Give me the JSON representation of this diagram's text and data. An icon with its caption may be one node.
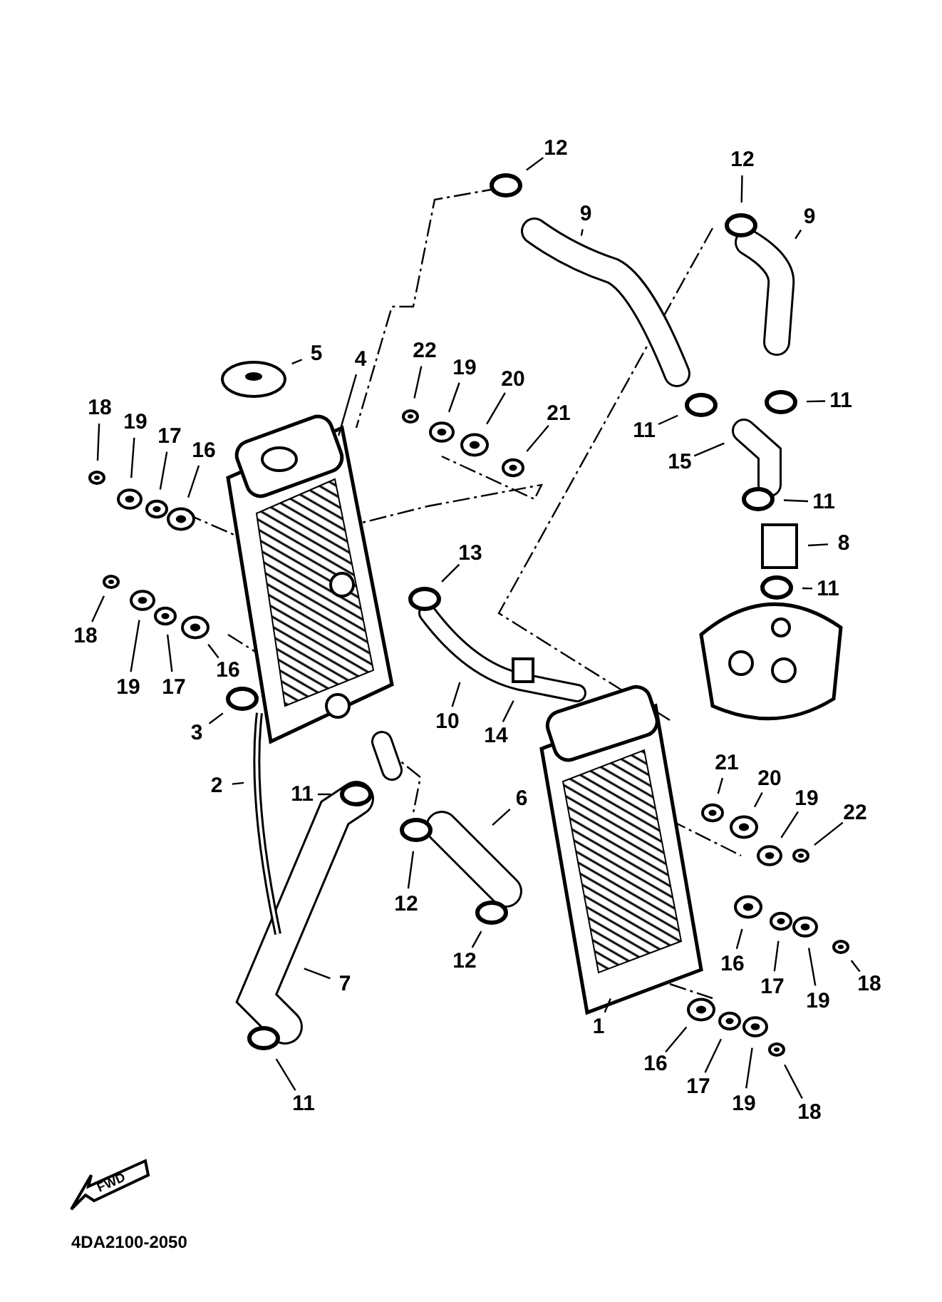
{
  "diagram": {
    "nodes": [
      {
        "text": [
          "12"
        ]
      },
      {
        "text": [
          "9"
        ]
      },
      {
        "text": [
          "12"
        ]
      },
      {
        "text": [
          "9"
        ]
      },
      {
        "text": [
          "5"
        ]
      },
      {
        "text": [
          "4"
        ]
      },
      {
        "text": [
          "22"
        ]
      },
      {
        "text": [
          "19"
        ]
      },
      {
        "text": [
          "20"
        ]
      },
      {
        "text": [
          "21"
        ]
      },
      {
        "text": [
          "11"
        ]
      },
      {
        "text": [
          "11"
        ]
      },
      {
        "text": [
          "15"
        ]
      },
      {
        "text": [
          "11"
        ]
      },
      {
        "text": [
          "8"
        ]
      },
      {
        "text": [
          "11"
        ]
      },
      {
        "text": [
          "18"
        ]
      },
      {
        "text": [
          "19"
        ]
      },
      {
        "text": [
          "17"
        ]
      },
      {
        "text": [
          "16"
        ]
      },
      {
        "text": [
          "18"
        ]
      },
      {
        "text": [
          "19"
        ]
      },
      {
        "text": [
          "17"
        ]
      },
      {
        "text": [
          "16"
        ]
      },
      {
        "text": [
          "13"
        ]
      },
      {
        "text": [
          "3"
        ]
      },
      {
        "text": [
          "10"
        ]
      },
      {
        "text": [
          "14"
        ]
      },
      {
        "text": [
          "2"
        ]
      },
      {
        "text": [
          "11"
        ]
      },
      {
        "text": [
          "6"
        ]
      },
      {
        "text": [
          "21"
        ]
      },
      {
        "text": [
          "20"
        ]
      },
      {
        "text": [
          "19"
        ]
      },
      {
        "text": [
          "22"
        ]
      },
      {
        "text": [
          "12"
        ]
      },
      {
        "text": [
          "12"
        ]
      },
      {
        "text": [
          "16"
        ]
      },
      {
        "text": [
          "17"
        ]
      },
      {
        "text": [
          "19"
        ]
      },
      {
        "text": [
          "18"
        ]
      },
      {
        "text": [
          "7"
        ]
      },
      {
        "text": [
          "1"
        ]
      },
      {
        "text": [
          "16"
        ]
      },
      {
        "text": [
          "17"
        ]
      },
      {
        "text": [
          "19"
        ]
      },
      {
        "text": [
          "18"
        ]
      },
      {
        "text": [
          "11"
        ]
      }
    ],
    "edges": [
      {
        "from": 0,
        "to": null,
        "arrow": "none"
      },
      {
        "from": 1,
        "to": null,
        "arrow": "none"
      },
      {
        "from": 2,
        "to": null,
        "arrow": "none"
      },
      {
        "from": 3,
        "to": null,
        "arrow": "none"
      },
      {
        "from": 4,
        "to": null,
        "arrow": "none"
      },
      {
        "from": 5,
        "to": null,
        "arrow": "none"
      },
      {
        "from": 6,
        "to": null,
        "arrow": "none"
      },
      {
        "from": 7,
        "to": null,
        "arrow": "none"
      },
      {
        "from": 8,
        "to": null,
        "arrow": "none"
      },
      {
        "from": 9,
        "to": null,
        "arrow": "none"
      },
      {
        "from": 10,
        "to": null,
        "arrow": "none"
      },
      {
        "from": 11,
        "to": null,
        "arrow": "none"
      },
      {
        "from": 12,
        "to": null,
        "arrow": "none"
      },
      {
        "from": 13,
        "to": null,
        "arrow": "none"
      },
      {
        "from": 14,
        "to": null,
        "arrow": "none"
      },
      {
        "from": 15,
        "to": null,
        "arrow": "none"
      },
      {
        "from": 16,
        "to": null,
        "arrow": "none"
      },
      {
        "from": 17,
        "to": null,
        "arrow": "none"
      },
      {
        "from": 18,
        "to": null,
        "arrow": "none"
      },
      {
        "from": 19,
        "to": null,
        "arrow": "none"
      },
      {
        "from": 20,
        "to": null,
        "arrow": "none"
      },
      {
        "from": 21,
        "to": null,
        "arrow": "none"
      },
      {
        "from": 22,
        "to": null,
        "arrow": "none"
      },
      {
        "from": 23,
        "to": null,
        "arrow": "none"
      },
      {
        "from": 24,
        "to": null,
        "arrow": "none"
      },
      {
        "from": 25,
        "to": null,
        "arrow": "none"
      },
      {
        "from": 26,
        "to": null,
        "arrow": "none"
      },
      {
        "from": 27,
        "to": null,
        "arrow": "none"
      },
      {
        "from": 28,
        "to": null,
        "arrow": "none"
      },
      {
        "from": 29,
        "to": null,
        "arrow": "none"
      },
      {
        "from": 30,
        "to": null,
        "arrow": "none"
      },
      {
        "from": 31,
        "to": null,
        "arrow": "none"
      },
      {
        "from": 32,
        "to": null,
        "arrow": "none"
      },
      {
        "from": 33,
        "to": null,
        "arrow": "none"
      },
      {
        "from": 34,
        "to": null,
        "arrow": "none"
      },
      {
        "from": 35,
        "to": null,
        "arrow": "none"
      },
      {
        "from": 36,
        "to": null,
        "arrow": "none"
      },
      {
        "from": 37,
        "to": null,
        "arrow": "none"
      },
      {
        "from": 38,
        "to": null,
        "arrow": "none"
      },
      {
        "from": 39,
        "to": null,
        "arrow": "none"
      },
      {
        "from": 40,
        "to": null,
        "arrow": "none"
      },
      {
        "from": 41,
        "to": null,
        "arrow": "none"
      },
      {
        "from": 42,
        "to": null,
        "arrow": "none"
      },
      {
        "from": 43,
        "to": null,
        "arrow": "none"
      },
      {
        "from": 44,
        "to": null,
        "arrow": "none"
      },
      {
        "from": 45,
        "to": null,
        "arrow": "none"
      },
      {
        "from": 46,
        "to": null,
        "arrow": "none"
      },
      {
        "from": 47,
        "to": null,
        "arrow": "none"
      }
    ],
    "labels": [
      "FWD",
      "4DA2100-2050"
    ]
  }
}
